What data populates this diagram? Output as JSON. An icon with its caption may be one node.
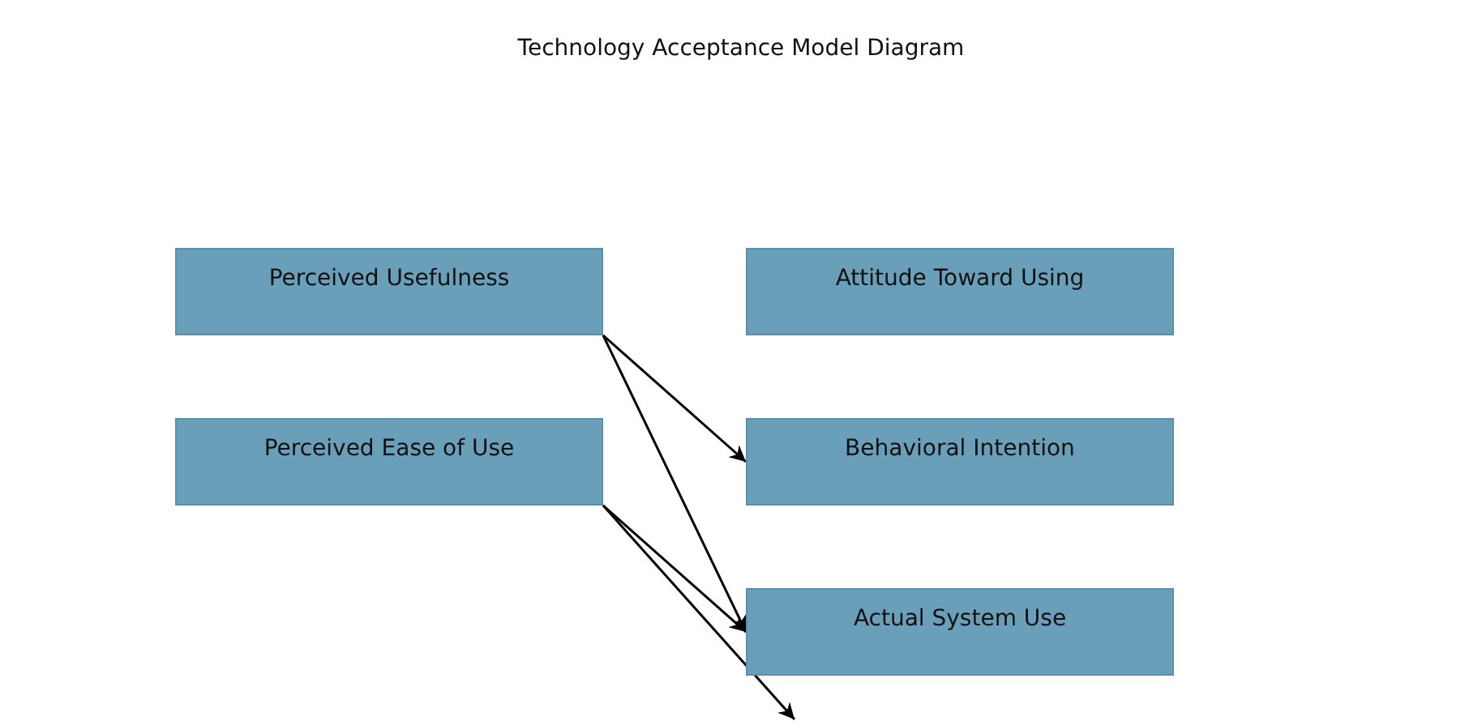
{
  "diagram": {
    "title": "Technology Acceptance Model Diagram",
    "nodes": [
      {
        "text": [
          "Perceived Usefulness"
        ]
      },
      {
        "text": [
          "Attitude Toward Using"
        ]
      },
      {
        "text": [
          "Perceived Ease of Use"
        ]
      },
      {
        "text": [
          "Behavioral Intention"
        ]
      },
      {
        "text": [
          "Actual System Use"
        ]
      }
    ],
    "edges": [
      {
        "from": 0,
        "to": 3,
        "arrow": "to"
      },
      {
        "from": 0,
        "to": 4,
        "arrow": "to"
      },
      {
        "from": 2,
        "to": 4,
        "arrow": "to"
      },
      {
        "from": 2,
        "to": null,
        "arrow": "to"
      }
    ]
  }
}
